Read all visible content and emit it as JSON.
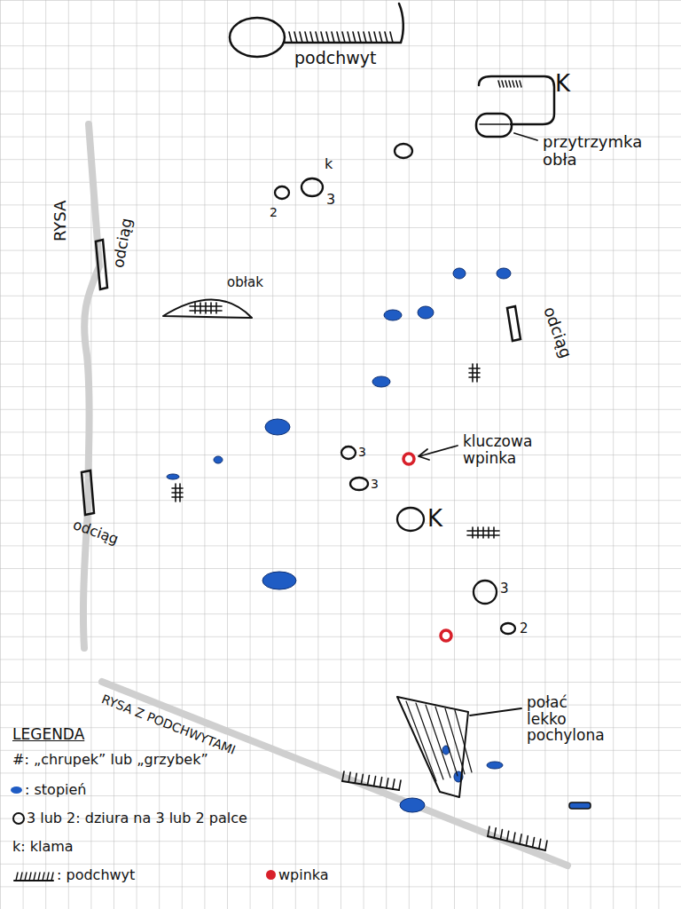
{
  "diagram": {
    "labels": [
      "podchwyt",
      "K",
      "przytrzymka obła",
      "k",
      "2",
      "3",
      "RYSA",
      "odciąg",
      "obłak",
      "odciąg",
      "kluczowa wpinka",
      "3",
      "3",
      "K",
      "3",
      "2",
      "odciąg",
      "RYSA Z PODCHWYTAMI",
      "połać lekko pochylona",
      "LEGENDA"
    ],
    "legend": [
      {
        "text": "#: „chrupek” lub „grzybek”"
      },
      {
        "text": ": stopień",
        "color": "#1f5cc4"
      },
      {
        "text": "3 lub 2: dziura na 3 lub 2 palce"
      },
      {
        "text": "k: klama"
      },
      {
        "text": ": podchwyt"
      },
      {
        "text": "wpinka",
        "color": "#d8202a"
      }
    ]
  }
}
